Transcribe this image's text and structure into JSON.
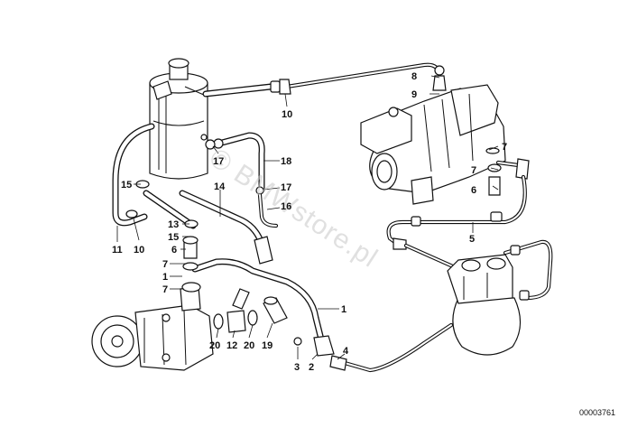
{
  "watermark": "© BMWstore.pl",
  "diagram_number": "00003761",
  "callouts": {
    "c8": "8",
    "c9": "9",
    "c10_top": "10",
    "c7_a": "7",
    "c7_b": "7",
    "c6_r": "6",
    "c17_a": "17",
    "c18": "18",
    "c17_b": "17",
    "c16": "16",
    "c14": "14",
    "c5": "5",
    "c15_a": "15",
    "c13": "13",
    "c15_b": "15",
    "c6_l": "6",
    "c7_l1": "7",
    "c1_l": "1",
    "c7_l2": "7",
    "c11": "11",
    "c10_l": "10",
    "c1_r": "1",
    "c4": "4",
    "c3": "3",
    "c2": "2",
    "c20_a": "20",
    "c12": "12",
    "c20_b": "20",
    "c19": "19"
  }
}
